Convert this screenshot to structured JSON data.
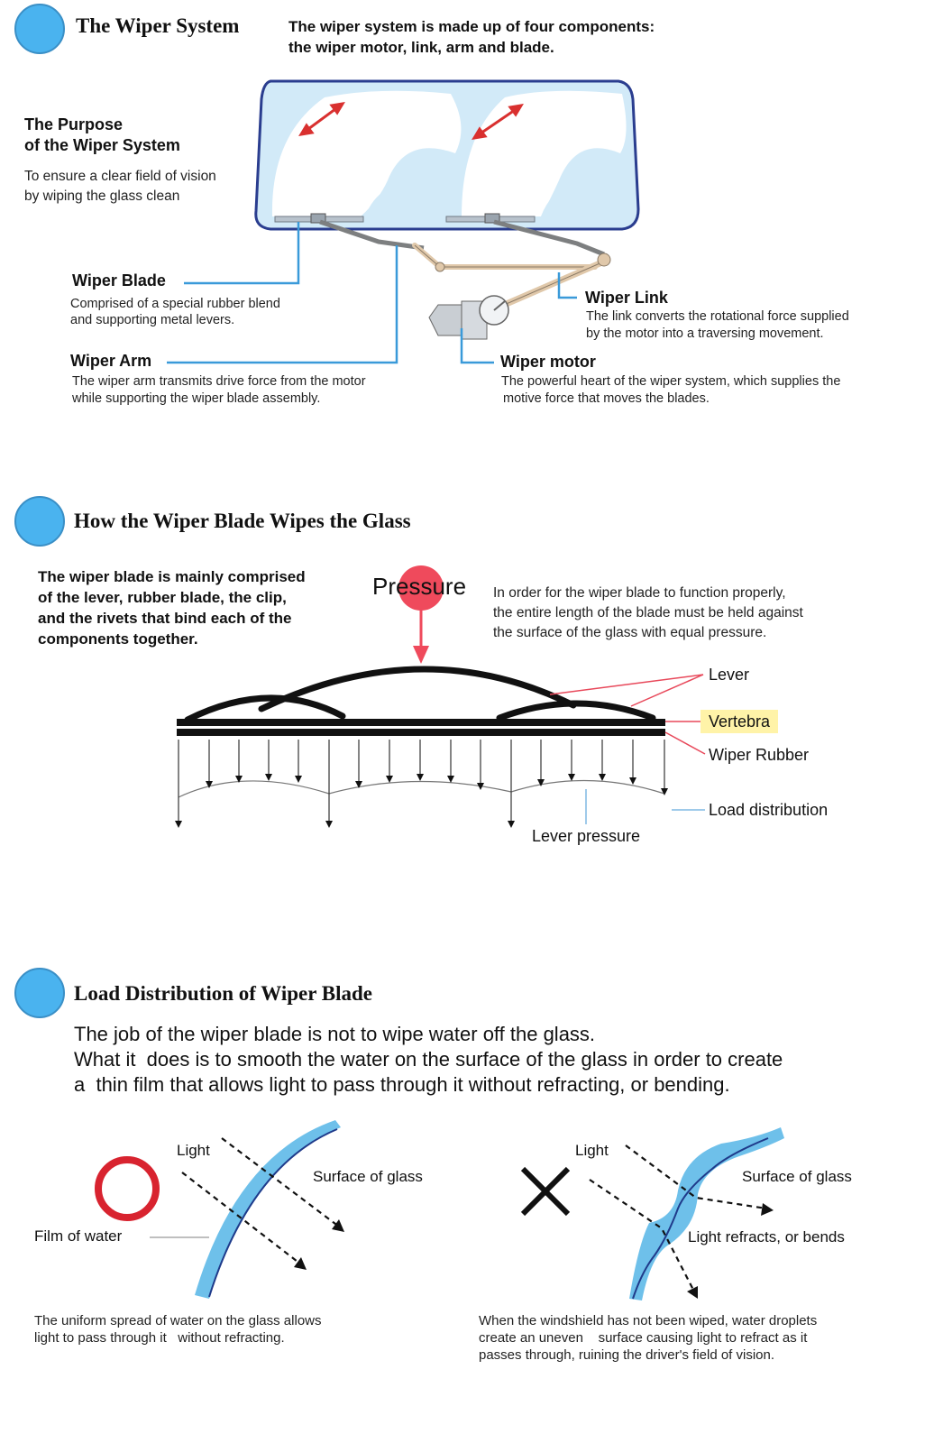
{
  "section1": {
    "title": "The Wiper System",
    "intro_line1": "The wiper system is made up of four components:",
    "intro_line2": "the wiper motor, link, arm and blade.",
    "purpose_title_line1": "The Purpose",
    "purpose_title_line2": "of the Wiper System",
    "purpose_desc_line1": "To ensure a clear field of vision",
    "purpose_desc_line2": "by wiping the glass clean",
    "blade": {
      "label": "Wiper Blade",
      "desc_line1": "Comprised of a special rubber blend",
      "desc_line2": "and supporting metal levers."
    },
    "arm": {
      "label": "Wiper Arm",
      "desc_line1": "The wiper arm transmits drive force from the motor",
      "desc_line2": "while supporting the wiper blade assembly."
    },
    "link": {
      "label": "Wiper Link",
      "desc_line1": "The link converts the rotational force supplied",
      "desc_line2": "by the motor into a traversing movement."
    },
    "motor": {
      "label": "Wiper motor",
      "desc_line1": "The powerful heart of the wiper system, which supplies the",
      "desc_line2": "motive force that moves the blades."
    }
  },
  "section2": {
    "title": "How the Wiper Blade Wipes the Glass",
    "left_line1": "The wiper blade is mainly comprised",
    "left_line2": "of the lever, rubber blade, the clip,",
    "left_line3": "and the rivets that bind each of the",
    "left_line4": "components together.",
    "pressure": "Pressure",
    "right_line1": "In order for the wiper blade to function properly,",
    "right_line2": "the entire length of the blade must be held against",
    "right_line3": "the surface of the glass with equal pressure.",
    "lever": "Lever",
    "vertebra": "Vertebra",
    "wiper_rubber": "Wiper Rubber",
    "load_distribution": "Load distribution",
    "lever_pressure": "Lever pressure"
  },
  "section3": {
    "title": "Load Distribution of Wiper Blade",
    "line1": "The job of the wiper blade is not to wipe water off the glass.",
    "line2": "What it  does is to smooth the water on the surface of the glass in order to create",
    "line3": "a  thin film that allows light to pass through it without refracting, or bending.",
    "good": {
      "light": "Light",
      "surface": "Surface of glass",
      "film": "Film of water",
      "caption_line1": "The uniform spread of water on the glass allows",
      "caption_line2": "light to pass through it   without refracting."
    },
    "bad": {
      "light": "Light",
      "surface": "Surface of glass",
      "refracts": "Light refracts, or bends",
      "caption_line1": "When the windshield has not been wiped, water droplets",
      "caption_line2": "create an uneven    surface causing light to refract as it",
      "caption_line3": "passes through, ruining the driver's field of vision."
    }
  },
  "colors": {
    "accent_blue": "#4ab3ef",
    "glass_blue": "#cfe8f7",
    "leader_blue": "#3a9ad9",
    "pressure_red": "#e8485a",
    "vertebra_bg": "#fff3a8",
    "good_mark": "#d8232f"
  }
}
